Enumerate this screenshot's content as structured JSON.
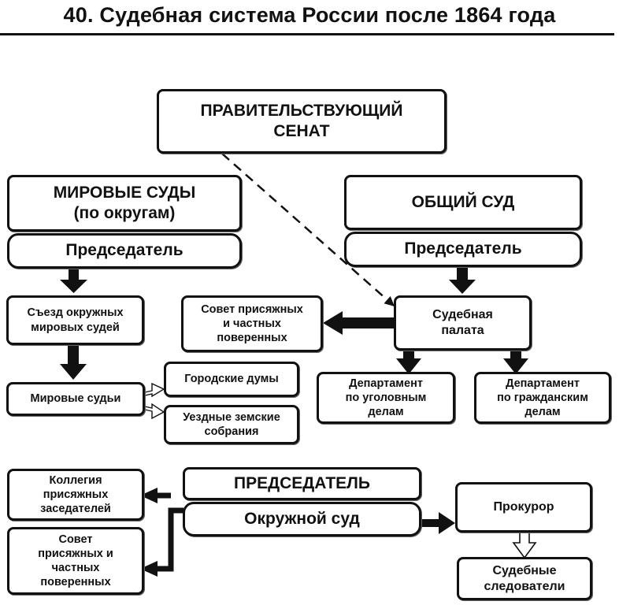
{
  "title": "40. Судебная система России после 1864 года",
  "nodes": {
    "senate": "ПРАВИТЕЛЬСТВУЮЩИЙ\nСЕНАТ",
    "peace_courts": "МИРОВЫЕ СУДЫ\n(по округам)",
    "peace_chairman": "Председатель",
    "general_court": "ОБЩИЙ СУД",
    "general_chairman": "Председатель",
    "congress": "Съезд окружных\nмировых судей",
    "council_top": "Совет присяжных\nи частных\nповеренных",
    "chamber": "Судебная\nпалата",
    "justices": "Мировые судьи",
    "city_dumas": "Городские думы",
    "zemstvo": "Уездные земские\nсобрания",
    "dept_criminal": "Департамент\nпо уголовным\nделам",
    "dept_civil": "Департамент\nпо гражданским\nделам",
    "chairman_bottom": "ПРЕДСЕДАТЕЛЬ",
    "district_court": "Окружной суд",
    "jury_board": "Коллегия\nприсяжных\nзаседателей",
    "council_bottom": "Совет\nприсяжных и\nчастных\nповеренных",
    "prosecutor": "Прокурор",
    "investigators": "Судебные\nследователи"
  }
}
